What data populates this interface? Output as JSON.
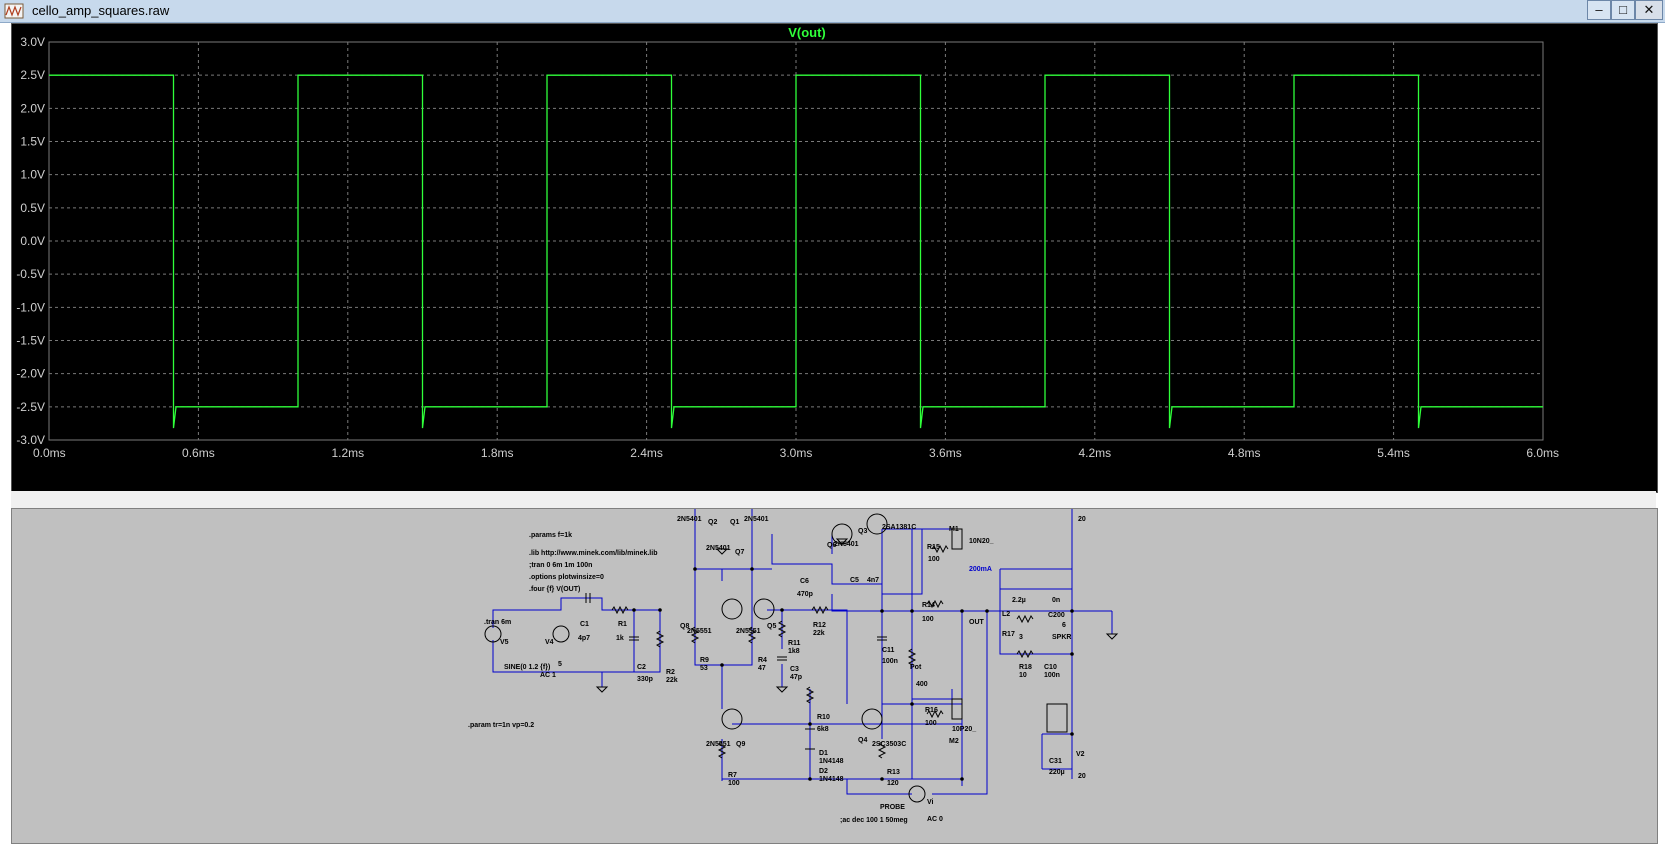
{
  "window": {
    "title": "cello_amp_squares.raw",
    "controls": {
      "minimize": "–",
      "maximize": "□",
      "close": "✕"
    }
  },
  "plot": {
    "trace_name": "V(out)",
    "trace_color": "#2fff3a",
    "background": "#000000",
    "grid_color": "#7a7a7a"
  },
  "chart_data": {
    "type": "line",
    "title": "V(out)",
    "xlabel": "",
    "ylabel": "",
    "xlim": [
      0,
      6
    ],
    "ylim": [
      -3.0,
      3.0
    ],
    "grid": true,
    "x_ticks": [
      "0.0ms",
      "0.6ms",
      "1.2ms",
      "1.8ms",
      "2.4ms",
      "3.0ms",
      "3.6ms",
      "4.2ms",
      "4.8ms",
      "5.4ms",
      "6.0ms"
    ],
    "y_ticks": [
      "3.0V",
      "2.5V",
      "2.0V",
      "1.5V",
      "1.0V",
      "0.5V",
      "0.0V",
      "-0.5V",
      "-1.0V",
      "-1.5V",
      "-2.0V",
      "-2.5V",
      "-3.0V"
    ],
    "series": [
      {
        "name": "V(out)",
        "color": "#2fff3a",
        "x": [
          0,
          0.5,
          0.5,
          0.51,
          1.0,
          1.0,
          1.5,
          1.5,
          1.51,
          2.0,
          2.0,
          2.5,
          2.5,
          2.51,
          3.0,
          3.0,
          3.5,
          3.5,
          3.51,
          4.0,
          4.0,
          4.5,
          4.5,
          4.51,
          5.0,
          5.0,
          5.5,
          5.5,
          5.51,
          6.0
        ],
        "y": [
          2.5,
          2.5,
          -2.82,
          -2.5,
          -2.5,
          2.5,
          2.5,
          -2.82,
          -2.5,
          -2.5,
          2.5,
          2.5,
          -2.82,
          -2.5,
          -2.5,
          2.5,
          2.5,
          -2.82,
          -2.5,
          -2.5,
          2.5,
          2.5,
          -2.82,
          -2.5,
          -2.5,
          2.5,
          2.5,
          -2.82,
          -2.5,
          -2.5
        ]
      }
    ]
  },
  "schematic": {
    "labels": {
      "params": ".params f=1k",
      "lib": ".lib http://www.minek.com/lib/minek.lib",
      "tran_cmd": ";tran 0 6m 1m 100n",
      "options": ".options plotwinsize=0",
      "four": ".four {f} V(OUT)",
      "tran": ".tran 6m",
      "param": ".param tr=1n vp=0.2",
      "ac": ";ac dec 100 1 50meg",
      "v5": "V5",
      "v4": "V4",
      "v4_val": "5",
      "sine": "SINE(0 1.2 {f})",
      "ac1": "AC 1",
      "c1": "C1",
      "c1_val": "4p7",
      "r1": "R1",
      "r1_val": "1k",
      "c2": "C2",
      "c2_val": "330p",
      "r2": "R2",
      "r2_val": "22k",
      "q8": "Q8",
      "q8_part": "2N5551",
      "q5": "Q5",
      "q5_part": "2N5551",
      "q2": "Q2",
      "q2_part": "2N5401",
      "q1": "Q1",
      "q1_part": "2N5401",
      "q7": "Q7",
      "q7_part": "2N5401",
      "r9": "R9",
      "r9_val": "53",
      "r4": "R4",
      "r4_val": "47",
      "r12": "R12",
      "r12_val": "22k",
      "r11": "R11",
      "r11_val": "1k8",
      "c3": "C3",
      "c3_val": "47p",
      "c6": "C6",
      "c6_val": "470p",
      "c5": "C5",
      "c5_val": "4n7",
      "q6": "Q6",
      "q6_part": "2N5401",
      "q3": "Q3",
      "q3_part": "2SA1381C",
      "r15": "R15",
      "r15_val": "100",
      "m1": "M1",
      "m1_part": "10N20_",
      "current": "200mA",
      "r14": "R14",
      "r14_val": "100",
      "out": "OUT",
      "c11": "C11",
      "c11_val": "100n",
      "pot": "Pot",
      "pot_val": "400",
      "r16": "R16",
      "r16_val": "100",
      "m2": "M2",
      "m2_part": "10P20_",
      "q4": "Q4",
      "q4_part": "2SC3503C",
      "r13": "R13",
      "r13_val": "120",
      "r10": "R10",
      "r10_val": "6k8",
      "d1": "D1",
      "d1_part": "1N4148",
      "d2": "D2",
      "d2_part": "1N4148",
      "q9": "Q9",
      "q9_part": "2N5551",
      "r7": "R7",
      "r7_val": "100",
      "probe": "PROBE",
      "vi": "Vi",
      "ac0": "AC 0",
      "l2_val": "2.2µ",
      "l2": "L2",
      "r17": "R17",
      "r17_val": "3",
      "c200": "C200",
      "c200_val": "0n",
      "spkr": "SPKR",
      "spkr_val": "6",
      "r18": "R18",
      "r18_val": "10",
      "c10": "C10",
      "c10_val": "100n",
      "c31": "C31",
      "c31_val": "220µ",
      "v2": "V2",
      "v2_val": "20",
      "top_val": "20"
    }
  }
}
